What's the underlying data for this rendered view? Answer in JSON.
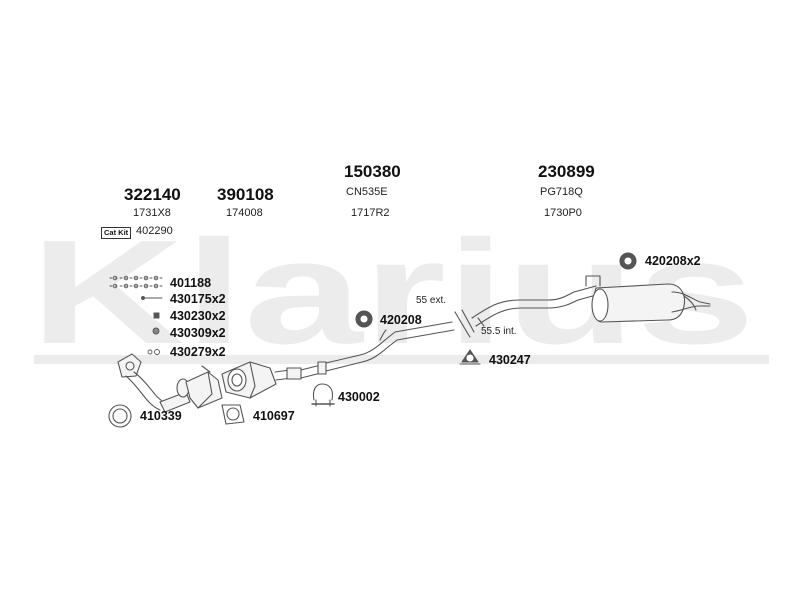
{
  "watermark": {
    "brand": "Klarius"
  },
  "groups": [
    {
      "code": "322140",
      "subs": [
        "1731X8"
      ]
    },
    {
      "code": "390108",
      "subs": [
        "174008"
      ]
    },
    {
      "code": "150380",
      "subs": [
        "CN535E",
        "1717R2"
      ]
    },
    {
      "code": "230899",
      "subs": [
        "PG718Q",
        "1730P0"
      ]
    }
  ],
  "catkit": {
    "label": "Cat Kit",
    "code": "402290"
  },
  "fittings": [
    {
      "code": "401188"
    },
    {
      "code": "430175x2"
    },
    {
      "code": "430230x2"
    },
    {
      "code": "430309x2"
    },
    {
      "code": "430279x2"
    }
  ],
  "parts": {
    "p420208": "420208",
    "p420208x2": "420208x2",
    "p430247": "430247",
    "p430002": "430002",
    "p410339": "410339",
    "p410697": "410697"
  },
  "notes": {
    "ext": "55 ext.",
    "int": "55.5 int."
  },
  "colors": {
    "watermark": "#ececec",
    "line": "#555555",
    "fill": "#f4f4f4"
  }
}
